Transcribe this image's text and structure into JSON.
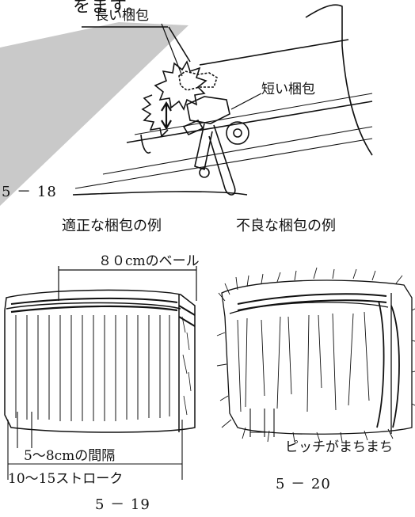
{
  "top_text": "をます。",
  "fig_5_18": {
    "label_long": "長い梱包",
    "label_short": "短い梱包",
    "fig_number": "5 － 18"
  },
  "captions": {
    "good_example": "適正な梱包の例",
    "bad_example": "不良な梱包の例"
  },
  "fig_5_19": {
    "bale_length": "８０cmのベール",
    "interval": "5～8cmの間隔",
    "strokes": "10～15ストローク",
    "fig_number": "5 － 19"
  },
  "fig_5_20": {
    "pitch_note": "ピッチがまちまち",
    "fig_number": "5 － 20"
  }
}
